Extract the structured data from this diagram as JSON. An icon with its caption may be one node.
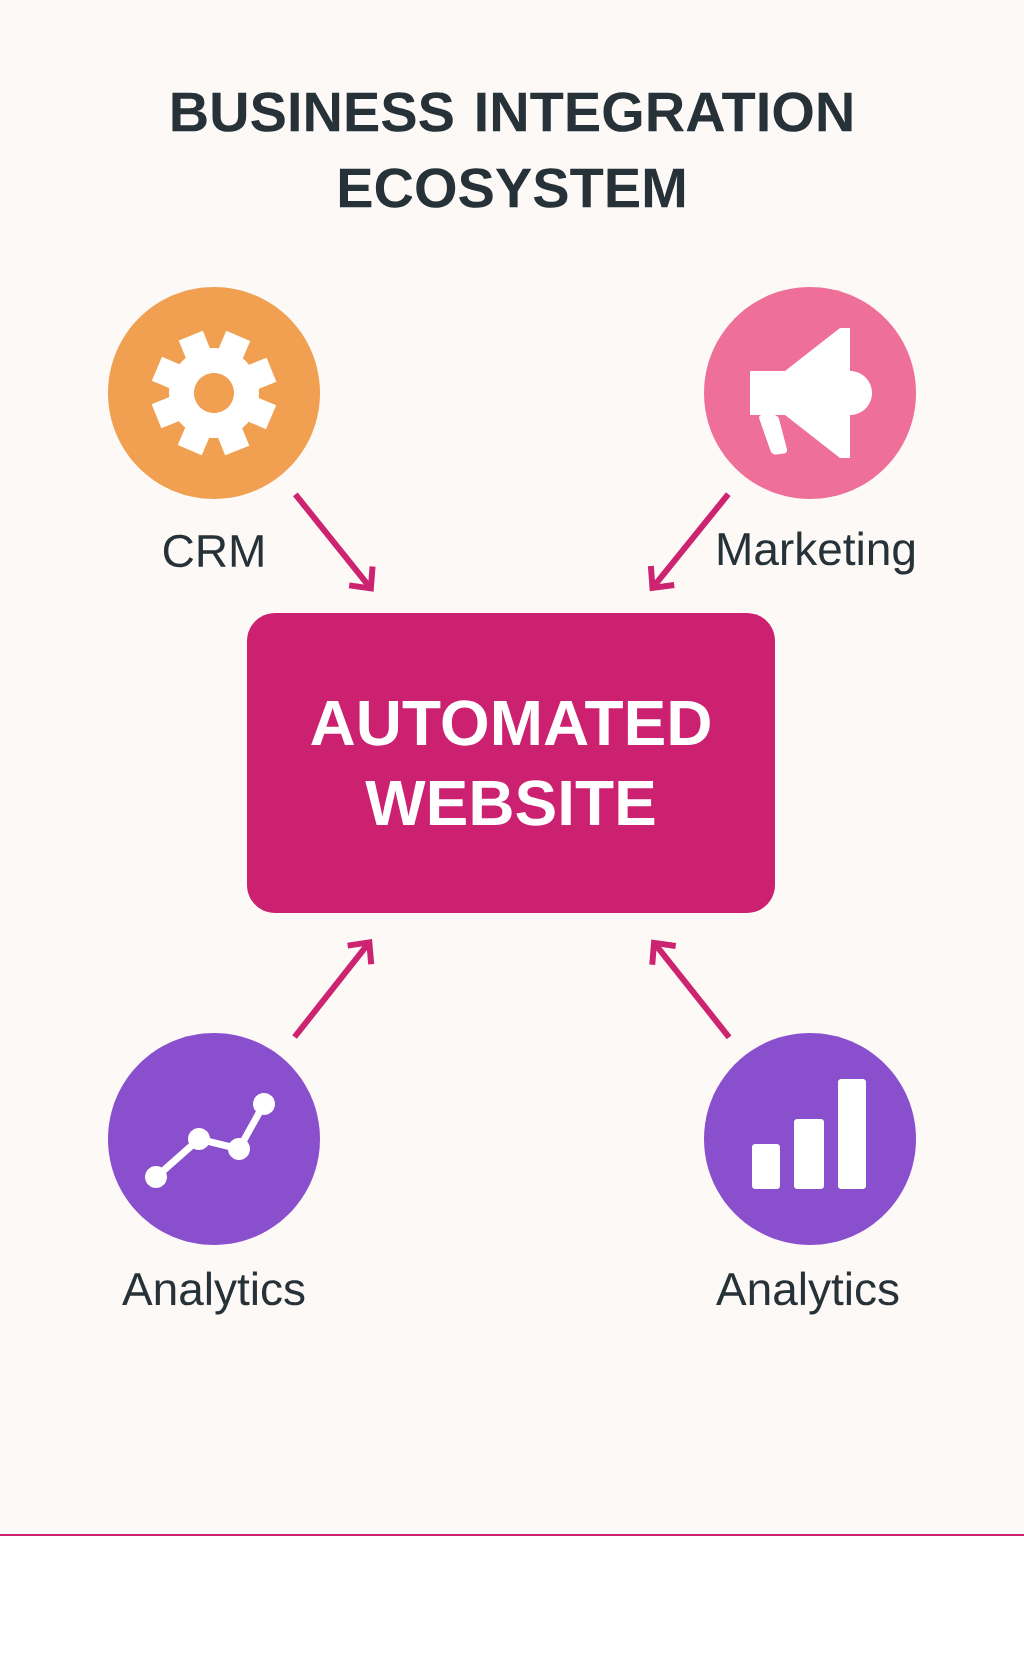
{
  "diagram": {
    "title": "BUSINESS INTEGRATION ECOSYSTEM",
    "nodes": [
      {
        "text": [
          "CRM"
        ]
      },
      {
        "text": [
          "Marketing"
        ]
      },
      {
        "text": [
          "AUTOMATED WEBSITE"
        ]
      },
      {
        "text": [
          "Analytics"
        ]
      },
      {
        "text": [
          "Analytics"
        ]
      }
    ],
    "edges": [
      {
        "from": 0,
        "to": 2,
        "arrow": "to"
      },
      {
        "from": 1,
        "to": 2,
        "arrow": "to"
      },
      {
        "from": 3,
        "to": 2,
        "arrow": "to"
      },
      {
        "from": 4,
        "to": 2,
        "arrow": "to"
      }
    ]
  }
}
